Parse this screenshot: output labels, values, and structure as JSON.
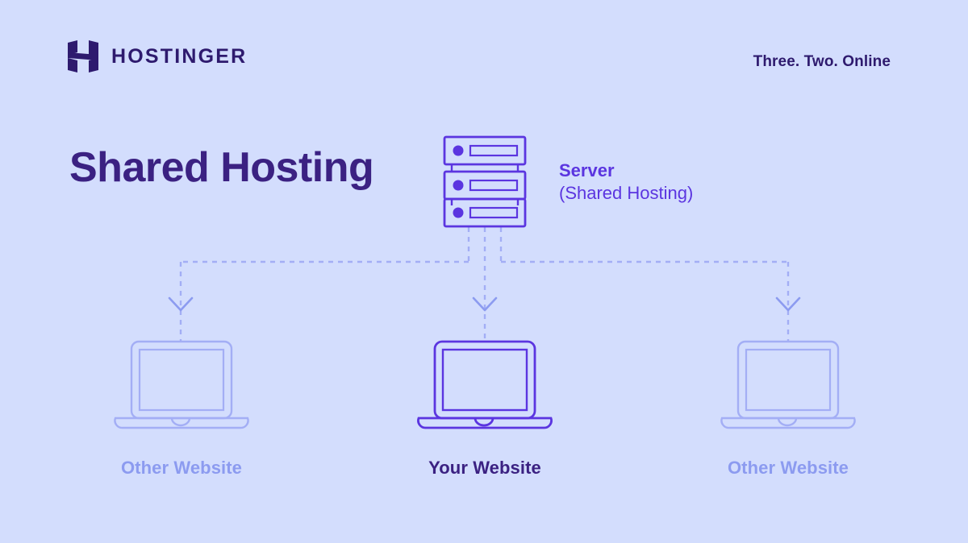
{
  "brand": {
    "logo_icon": "hostinger-h-mark",
    "name": "HOSTINGER",
    "tagline": "Three. Two. Online"
  },
  "page": {
    "title": "Shared Hosting",
    "background_color": "#d3ddfd"
  },
  "colors": {
    "background": "#d3ddfd",
    "brand_dark": "#2e1a6e",
    "title": "#3b2182",
    "accent_purple": "#5b35e0",
    "muted_purple": "#a3aef5",
    "label_muted": "#8c9bf0",
    "dash_line": "#a3aef5"
  },
  "diagram": {
    "type": "shared-hosting-topology",
    "server": {
      "icon": "server-rack-icon",
      "units": 3,
      "caption_title": "Server",
      "caption_subtitle": "(Shared Hosting)",
      "color": "#5b35e0"
    },
    "connections": {
      "style": "dashed",
      "arrow": "chevron-down",
      "count": 3,
      "color": "#a3aef5"
    },
    "nodes": [
      {
        "id": "left",
        "icon": "laptop-icon",
        "label": "Other Website",
        "emphasis": "muted",
        "color": "#a3aef5"
      },
      {
        "id": "center",
        "icon": "laptop-icon",
        "label": "Your Website",
        "emphasis": "primary",
        "color": "#5b35e0"
      },
      {
        "id": "right",
        "icon": "laptop-icon",
        "label": "Other Website",
        "emphasis": "muted",
        "color": "#a3aef5"
      }
    ]
  }
}
